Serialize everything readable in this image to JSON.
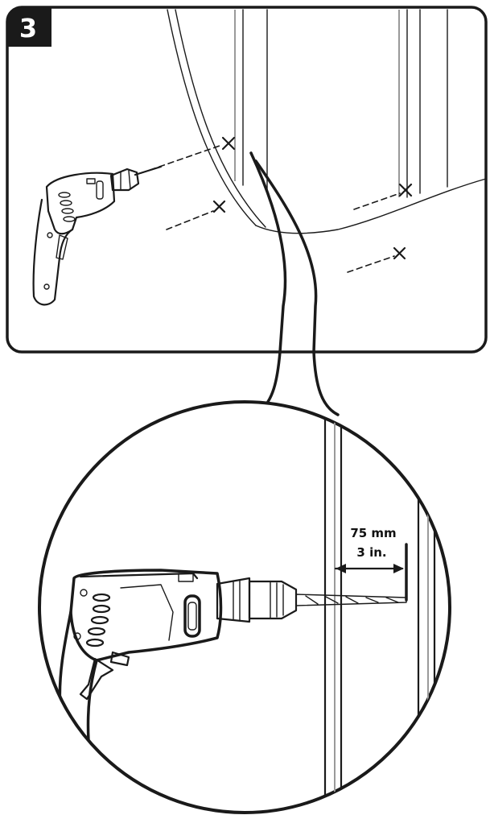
{
  "step": {
    "number": "3"
  },
  "dimension": {
    "metric": "75 mm",
    "imperial": "3 in."
  },
  "colors": {
    "ink": "#1a1a1a",
    "badge": "#1a1a1a",
    "wall_lines": "#9a9a9a",
    "background": "#ffffff"
  },
  "icons": {
    "drill_tool": "drill-icon",
    "drill_mark": "x-mark-icon"
  }
}
